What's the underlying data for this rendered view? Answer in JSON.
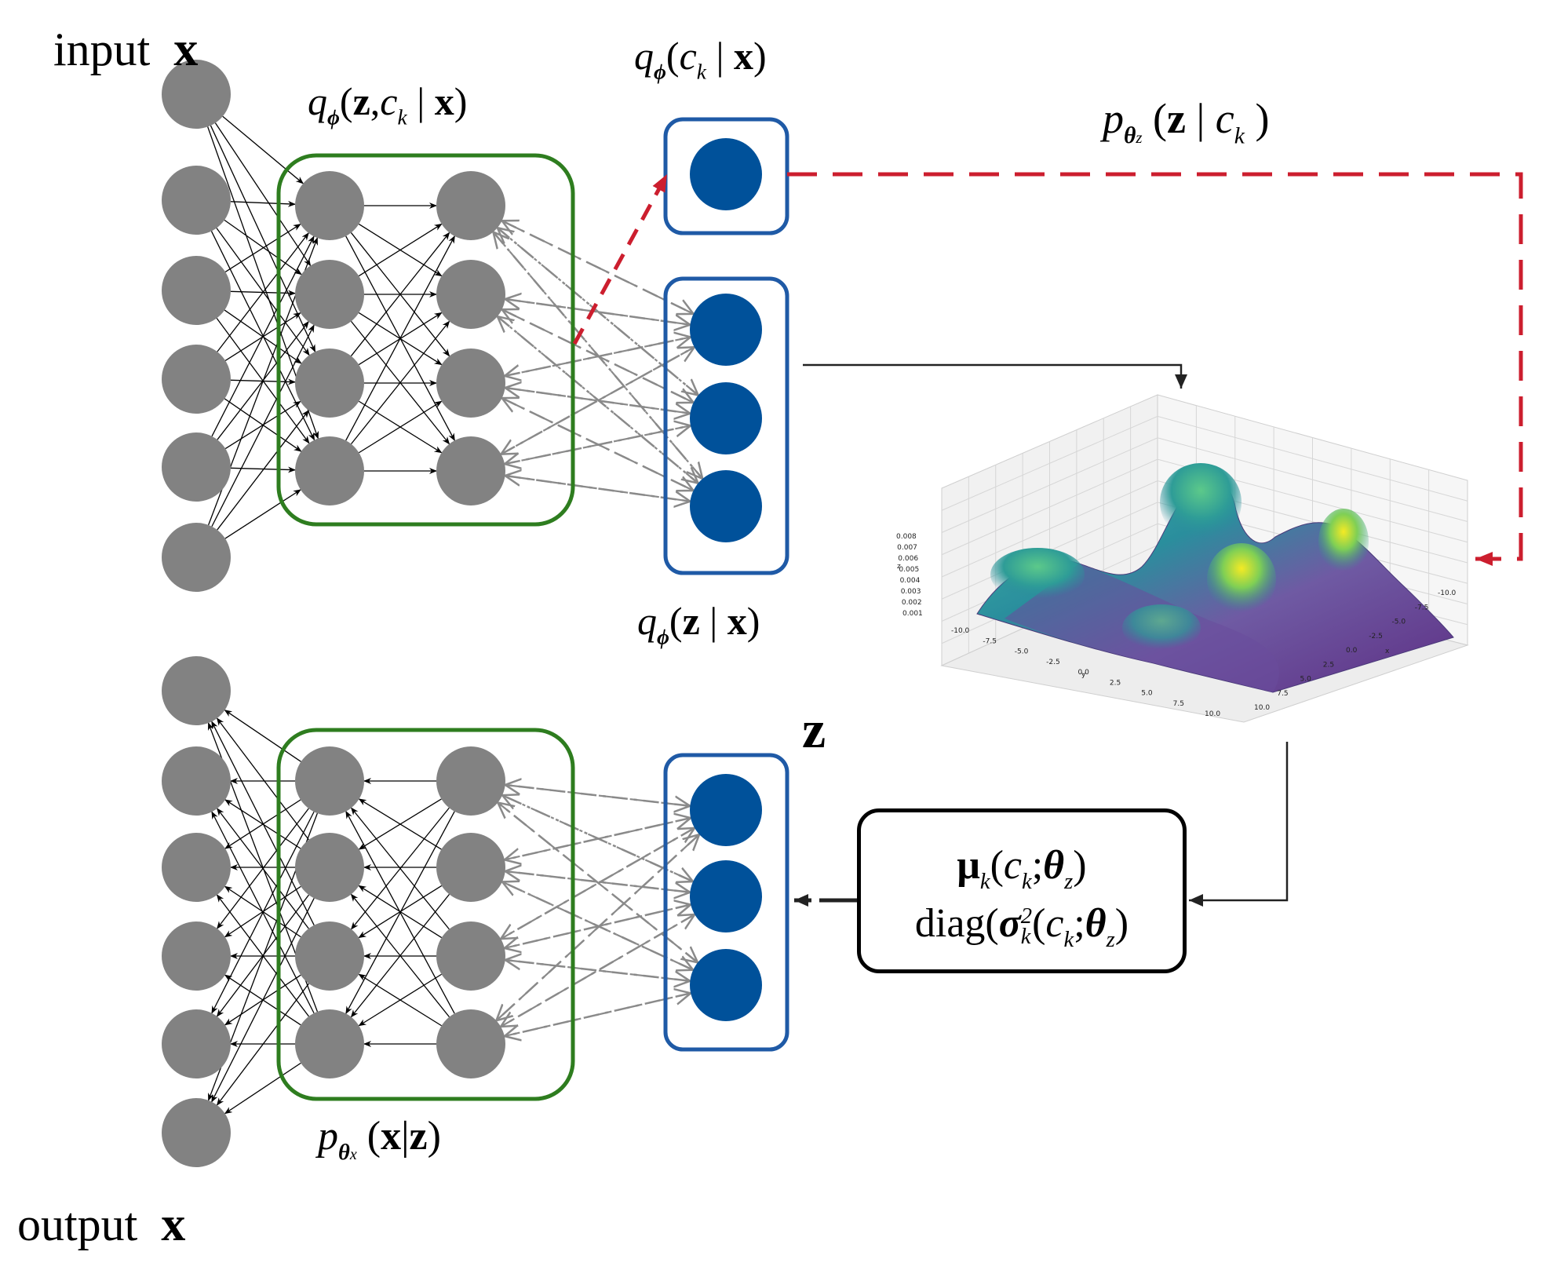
{
  "labels": {
    "input": {
      "word": "input",
      "symbol": "x"
    },
    "output": {
      "word": "output",
      "symbol": "x"
    },
    "encoder_joint": {
      "q": "q",
      "sub": "ϕ",
      "open": "(",
      "z": "z",
      "comma": ",",
      "c": "c",
      "csub": "k",
      "bar": " | ",
      "x": "x",
      "close": ")"
    },
    "cluster_post": {
      "q": "q",
      "sub": "ϕ",
      "open": "(",
      "c": "c",
      "csub": "k",
      "bar": " | ",
      "x": "x",
      "close": ")"
    },
    "latent_post": {
      "q": "q",
      "sub": "ϕ",
      "open": "(",
      "z": "z",
      "bar": " | ",
      "x": "x",
      "close": ")"
    },
    "prior": {
      "p": "p",
      "sub": "θ",
      "subsub": "z",
      "open": "(",
      "z": "z",
      "bar": " | ",
      "c": "c",
      "csub": "k",
      "close": ")"
    },
    "decoder": {
      "p": "p",
      "sub": "θ",
      "subsub": "x",
      "open": "(",
      "x": "x",
      "bar": "|",
      "z": "z",
      "close": ")"
    },
    "z_latent": "z"
  },
  "param_box": {
    "line1": {
      "mu": "μ",
      "sub": "k",
      "open": "(",
      "c": "c",
      "csub": "k",
      "semi": ";",
      "theta": "θ",
      "tsub": "z",
      "close": ")"
    },
    "line2": {
      "diag": "diag(",
      "sigma": "σ",
      "sup": "2",
      "sub": "k",
      "open": "(",
      "c": "c",
      "csub": "k",
      "semi": ";",
      "theta": "θ",
      "tsub": "z",
      "close": ")"
    }
  },
  "surface_plot": {
    "z_ticks": [
      "0.008",
      "0.007",
      "0.006",
      "0.005",
      "0.004",
      "0.003",
      "0.002",
      "0.001"
    ],
    "y_ticks": [
      "-10.0",
      "-7.5",
      "-5.0",
      "-2.5",
      "0.0",
      "2.5",
      "5.0",
      "7.5",
      "10.0"
    ],
    "x_ticks": [
      "-10.0",
      "-7.5",
      "-5.0",
      "-2.5",
      "0.0",
      "2.5",
      "5.0",
      "7.5",
      "10.0"
    ],
    "z_axis": "z",
    "y_axis": "y",
    "x_axis": "x"
  },
  "colors": {
    "neuron": "#828282",
    "latent_unit": "#00519a",
    "latent_box": "#1f5aa6",
    "hidden_box": "#2e7d1f",
    "prior_arrow": "#cc1e2e",
    "dashed_arrow": "#8a8a8a"
  }
}
